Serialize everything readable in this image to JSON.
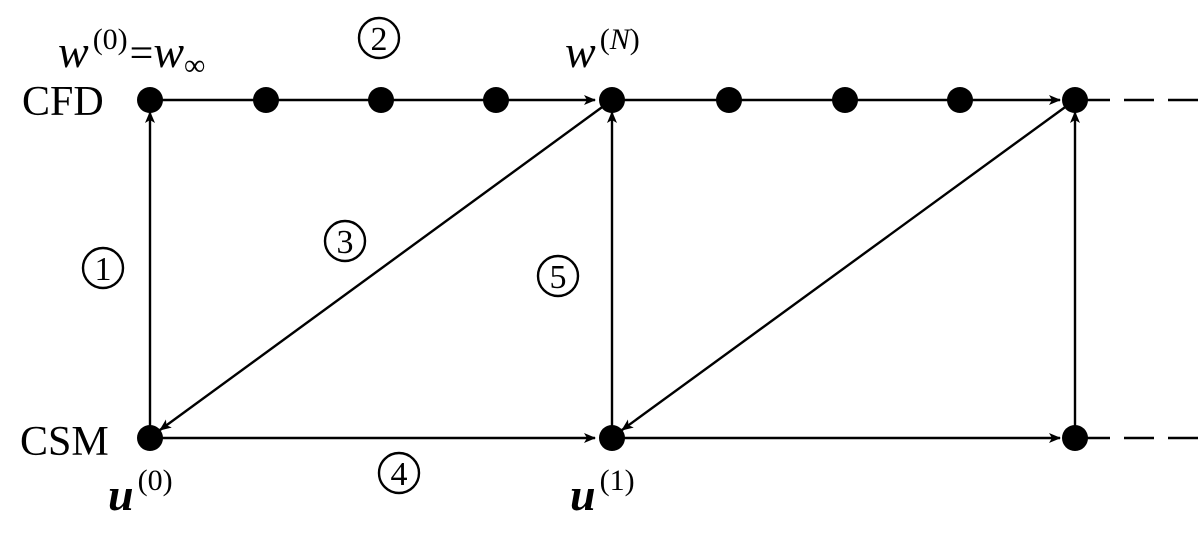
{
  "rows": {
    "cfd": "CFD",
    "csm": "CSM"
  },
  "variables": {
    "w0": {
      "base": "w",
      "sup": "(0)",
      "equals": "=",
      "rhs_base": "w",
      "rhs_sub": "∞"
    },
    "wN": {
      "base": "w",
      "sup_open": "(",
      "sup_var": "N",
      "sup_close": ")"
    },
    "u0": {
      "base": "u",
      "sup": "(0)"
    },
    "u1": {
      "base": "u",
      "sup": "(1)"
    }
  },
  "steps": [
    "1",
    "2",
    "3",
    "4",
    "5"
  ]
}
